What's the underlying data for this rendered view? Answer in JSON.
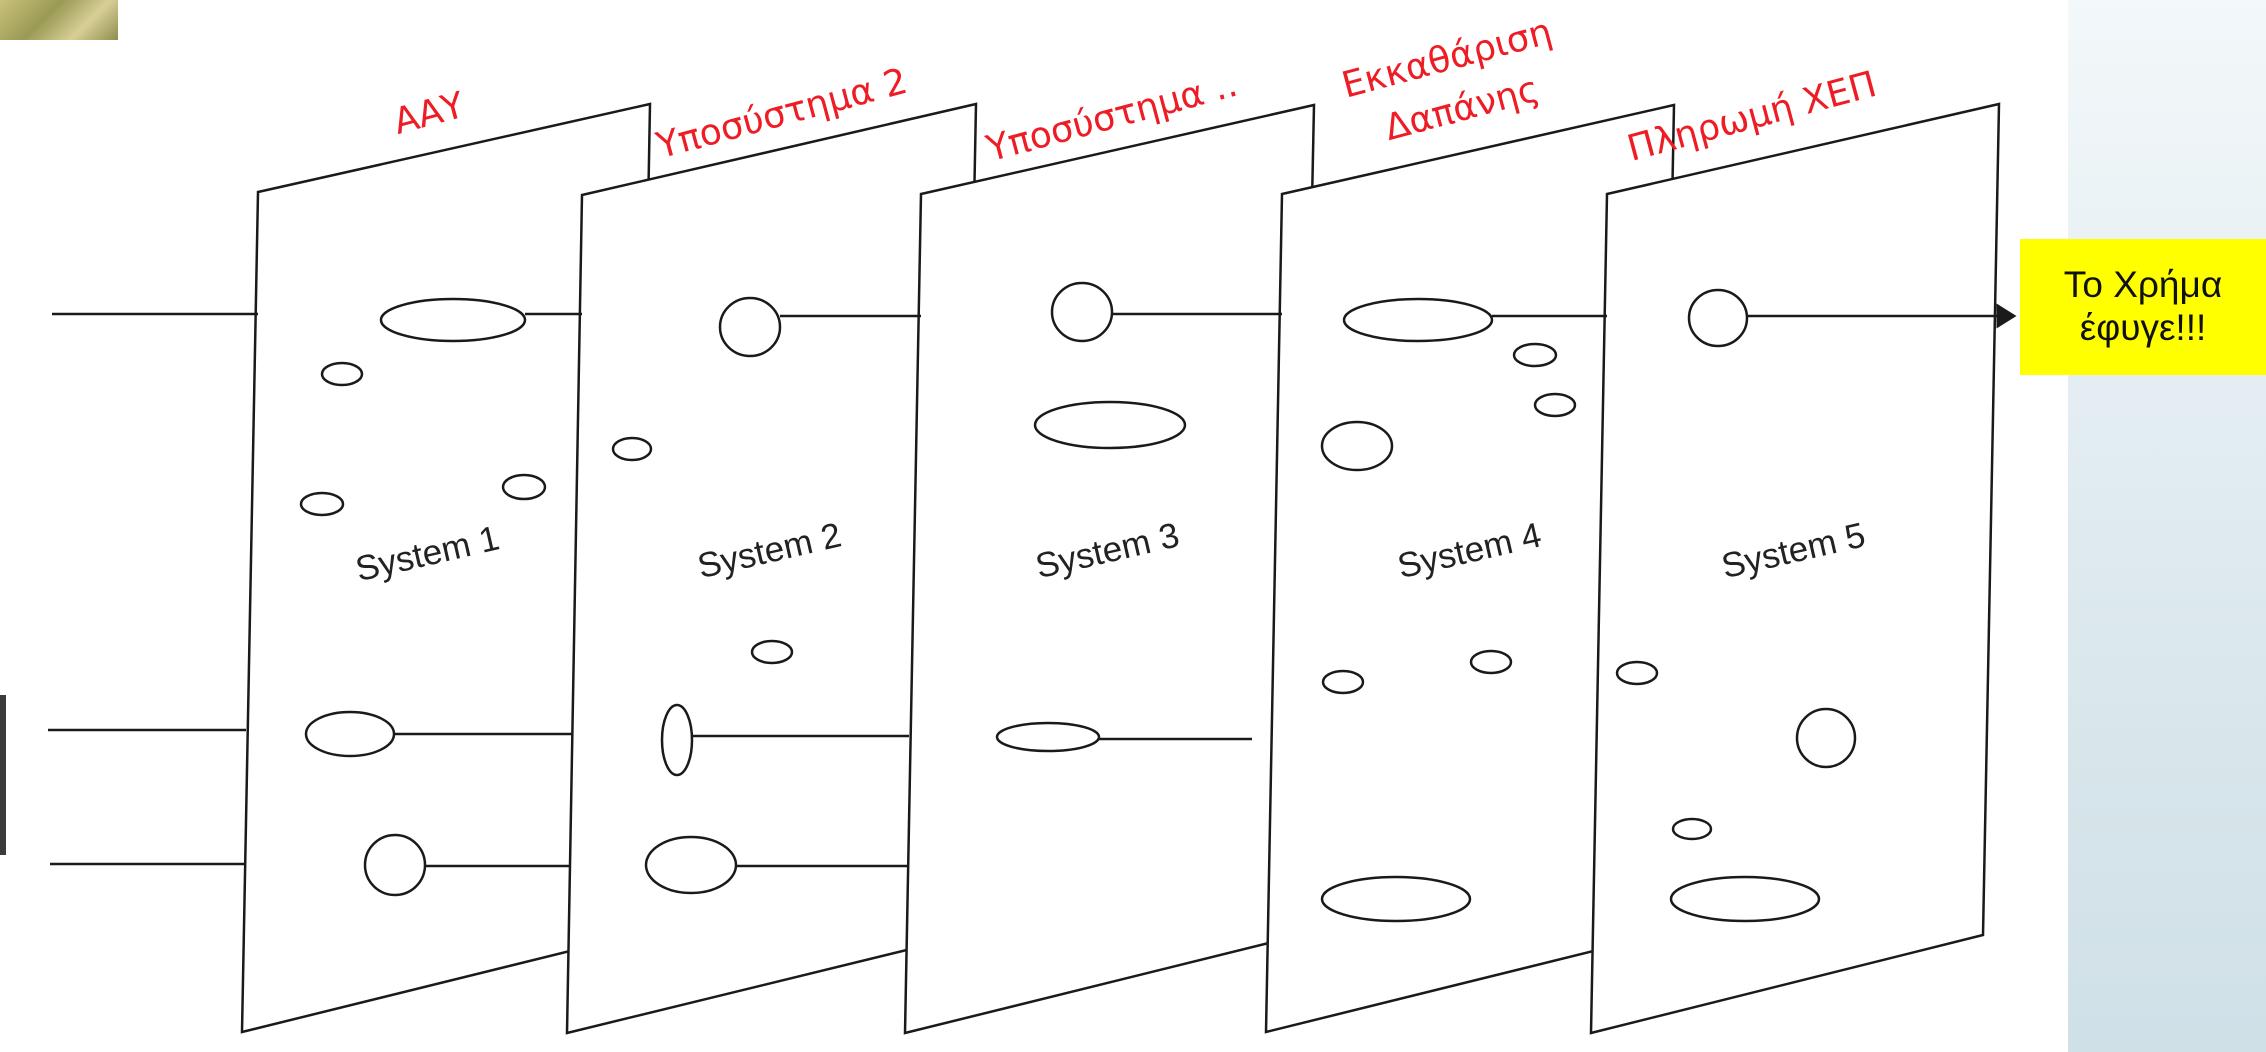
{
  "diagram": {
    "systems": [
      {
        "name": "System 1",
        "title": "ΑΑΥ"
      },
      {
        "name": "System 2",
        "title": "Υποσύστημα 2"
      },
      {
        "name": "System 3",
        "title": "Υποσύστημα .."
      },
      {
        "name": "System 4",
        "title_line1": "Εκκαθάριση",
        "title_line2": "Δαπάνης"
      },
      {
        "name": "System 5",
        "title": "Πληρωμή ΧΕΠ"
      }
    ],
    "callout": {
      "line1": "Το Χρήμα",
      "line2": "έφυγε!!!"
    }
  },
  "colors": {
    "label": "#ee1c25",
    "callout_bg": "#ffff00",
    "outline": "#1a1a1a"
  }
}
